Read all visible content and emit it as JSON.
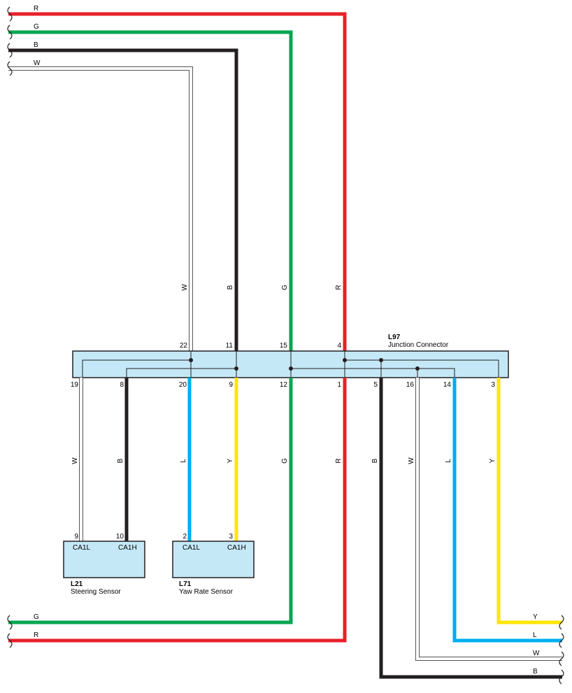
{
  "colors": {
    "R": "#e8202a",
    "G": "#00a650",
    "B": "#231f20",
    "W": "#ffffff",
    "L": "#00aeef",
    "Y": "#ffe600",
    "connector_fill": "#c5e8f7"
  },
  "connectors": {
    "junction": {
      "id": "L97",
      "name": "Junction Connector"
    },
    "steering": {
      "id": "L21",
      "name": "Steering Sensor",
      "pin_left": "CA1L",
      "pin_right": "CA1H",
      "term_left": "9",
      "term_right": "10"
    },
    "yaw": {
      "id": "L71",
      "name": "Yaw Rate Sensor",
      "pin_left": "CA1L",
      "pin_right": "CA1H",
      "term_left": "2",
      "term_right": "3"
    }
  },
  "top_wires": [
    {
      "code": "R",
      "pin": "4"
    },
    {
      "code": "G",
      "pin": "15"
    },
    {
      "code": "B",
      "pin": "11"
    },
    {
      "code": "W",
      "pin": "22"
    }
  ],
  "bottom_pins": [
    {
      "pin": "19",
      "code": "W"
    },
    {
      "pin": "8",
      "code": "B"
    },
    {
      "pin": "20",
      "code": "L"
    },
    {
      "pin": "9",
      "code": "Y"
    },
    {
      "pin": "12",
      "code": "G"
    },
    {
      "pin": "1",
      "code": "R"
    },
    {
      "pin": "5",
      "code": "B"
    },
    {
      "pin": "16",
      "code": "W"
    },
    {
      "pin": "14",
      "code": "L"
    },
    {
      "pin": "3",
      "code": "Y"
    }
  ],
  "bottom_left_wires": [
    {
      "code": "G"
    },
    {
      "code": "R"
    }
  ],
  "bottom_right_wires": [
    {
      "code": "Y"
    },
    {
      "code": "L"
    },
    {
      "code": "W"
    },
    {
      "code": "B"
    }
  ]
}
